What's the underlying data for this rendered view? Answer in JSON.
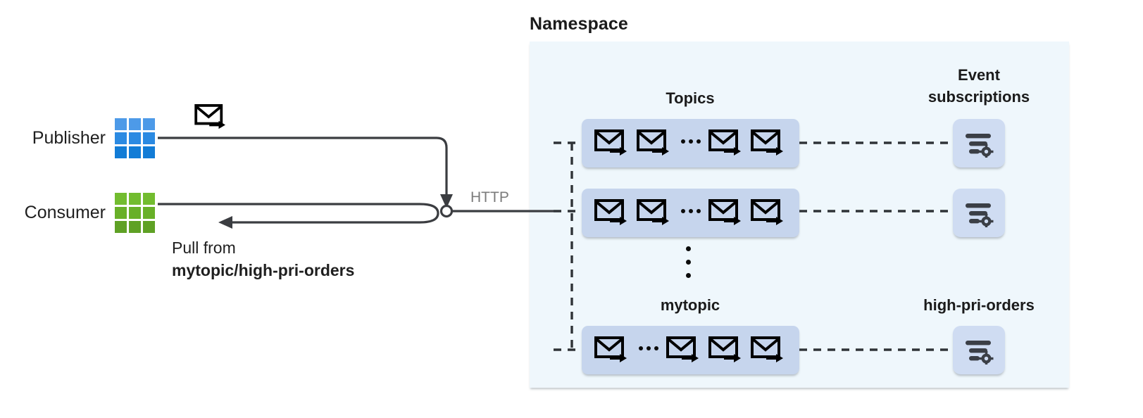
{
  "diagram": {
    "title": "Namespace",
    "actors": [
      {
        "name": "publisher",
        "label": "Publisher",
        "icon": "grid-icon",
        "color": "#127cd6"
      },
      {
        "name": "consumer",
        "label": "Consumer",
        "icon": "grid-icon",
        "color": "#5fa125"
      }
    ],
    "protocol_label": "HTTP",
    "publish_icon": "envelope-arrow-icon",
    "pull_note": {
      "line1": "Pull from",
      "line2": "mytopic/high-pri-orders"
    },
    "columns": {
      "topics_heading": "Topics",
      "subscriptions_heading_line1": "Event",
      "subscriptions_heading_line2": "subscriptions"
    },
    "topic_rows": [
      {
        "name": "topic-row-1",
        "message_icons": [
          "envelope-arrow-icon",
          "envelope-arrow-icon",
          "ellipsis",
          "envelope-arrow-icon",
          "envelope-arrow-icon"
        ],
        "subscription_icon": "filter-gear-icon"
      },
      {
        "name": "topic-row-2",
        "message_icons": [
          "envelope-arrow-icon",
          "envelope-arrow-icon",
          "ellipsis",
          "envelope-arrow-icon",
          "envelope-arrow-icon"
        ],
        "subscription_icon": "filter-gear-icon"
      },
      {
        "name": "topic-row-3",
        "message_icons": [
          "envelope-arrow-icon",
          "ellipsis",
          "envelope-arrow-icon",
          "envelope-arrow-icon",
          "envelope-arrow-icon"
        ],
        "subscription_icon": "filter-gear-icon"
      }
    ],
    "vertical_ellipsis": "⋮",
    "labels": {
      "topic_name": "mytopic",
      "subscription_name": "high-pri-orders"
    },
    "colors": {
      "namespace_background": "#eff7fc",
      "topic_box": "#c6d5ed",
      "subscription_tile": "#cfdcf2",
      "publisher_blue": "#127cd6",
      "consumer_green": "#5fa125",
      "wire": "#3b3d41",
      "http_text": "#7b7b7b"
    }
  }
}
